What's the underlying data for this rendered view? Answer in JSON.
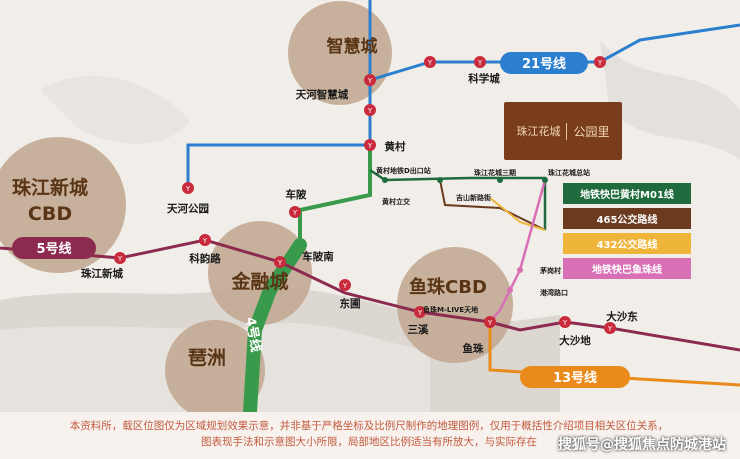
{
  "zones": {
    "zhihuicheng": "智慧城",
    "zhujiang_cbd_line1": "珠江新城",
    "zhujiang_cbd_line2": "CBD",
    "jinrongcheng": "金融城",
    "yuzhu_cbd": "鱼珠CBD",
    "pazhou": "琶洲"
  },
  "lines": {
    "line21": "21号线",
    "line5": "5号线",
    "line4": "4号线",
    "line13": "13号线"
  },
  "stations": {
    "tianhe_zhihuicheng": "天河智慧城",
    "kexuecheng": "科学城",
    "huangcun": "黄村",
    "tianhe_gongyuan": "天河公园",
    "chebei": "车陂",
    "chebeinan": "车陂南",
    "keyunlu": "科韵路",
    "zhujiang_xincheng": "珠江新城",
    "dongpu": "东圃",
    "sanxi": "三溪",
    "yuzhu": "鱼珠",
    "dashadi": "大沙地",
    "dashadong": "大沙东",
    "maogangcun": "茅岗村",
    "gangwanlukou": "港湾路口",
    "huangcun_ditie_d": "黄村地铁D出口站",
    "huangcun_lijiao": "黄村立交",
    "jishan_xinlu": "吉山新路街",
    "zhujiang_huacheng_3qi": "珠江花城三期",
    "zhujiang_huacheng_zong": "珠江花城总站",
    "m_live": "鱼珠M-LIVE天地"
  },
  "logo": {
    "brand": "珠江花城",
    "sub": "公园里"
  },
  "legend": [
    {
      "label": "地铁快巴黄村M01线",
      "color": "#1f6b3d"
    },
    {
      "label": "465公交路线",
      "color": "#6b3a1f"
    },
    {
      "label": "432公交路线",
      "color": "#efb53a"
    },
    {
      "label": "地铁快巴鱼珠线",
      "color": "#d96fb5"
    }
  ],
  "colors": {
    "line21": "#2c7fcf",
    "line5": "#8c2a4f",
    "line4": "#3a9a4c",
    "line13": "#ea8a1a",
    "zone_fill": "#c2aa94",
    "metro_marker": "#c92b3c"
  },
  "disclaimer": {
    "line1": "本资料所，载区位图仅为区域规划效果示意，并非基于严格坐标及比例尺制作的地理图例，仅用于概括性介绍项目相关区位关系，",
    "line2": "图表现手法和示意图大小所限，局部地区比例适当有所放大，与实际存在"
  },
  "watermark": "搜狐号@搜狐焦点防城港站"
}
